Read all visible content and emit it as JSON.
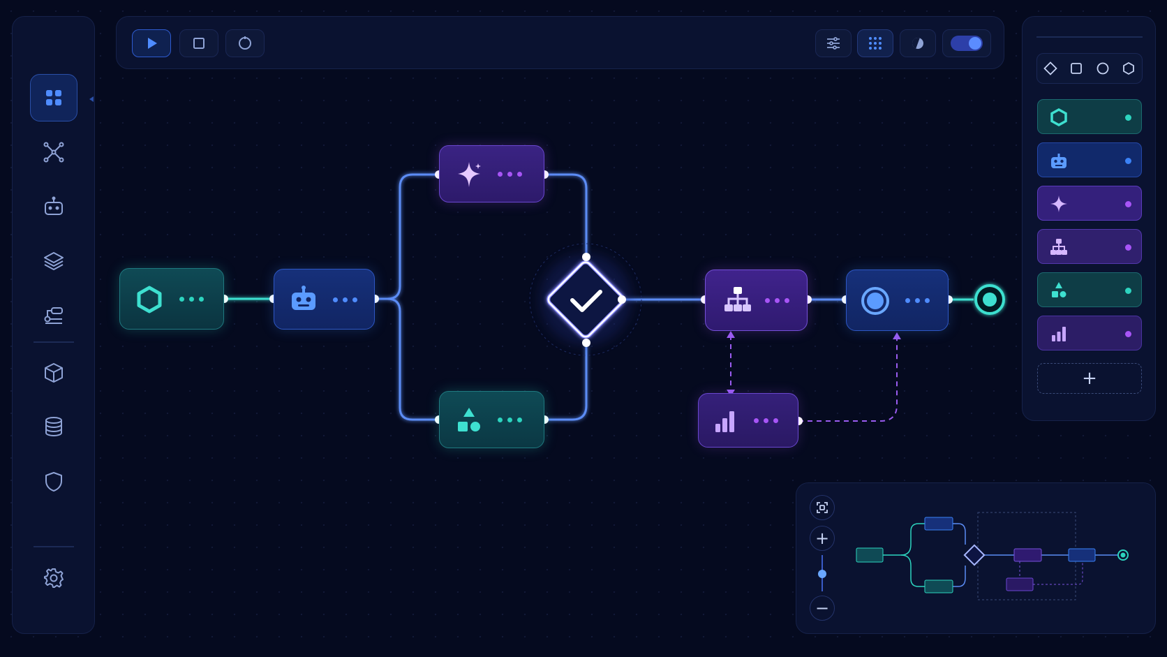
{
  "toolbar": {
    "play_icon": "play-icon",
    "stop_icon": "stop-icon",
    "reset_icon": "circle-icon",
    "filters_icon": "sliders-icon",
    "grid_icon": "grid-icon",
    "theme_icon": "contrast-icon",
    "toggle_on": true
  },
  "sidebar": {
    "items": [
      {
        "icon": "dashboard-icon",
        "active": true
      },
      {
        "icon": "network-icon"
      },
      {
        "icon": "robot-icon"
      },
      {
        "icon": "layers-icon"
      },
      {
        "icon": "workflow-icon"
      },
      {
        "icon": "cube-icon"
      },
      {
        "icon": "database-icon"
      },
      {
        "icon": "shield-icon"
      }
    ],
    "settings_icon": "gear-icon"
  },
  "palette": {
    "shape_tabs": [
      "diamond-icon",
      "square-icon",
      "circle-icon",
      "hexagon-icon"
    ],
    "items": [
      {
        "icon": "hexagon-icon",
        "color": "#2dd4bf"
      },
      {
        "icon": "robot-icon",
        "color": "#3b82f6"
      },
      {
        "icon": "sparkle-icon",
        "color": "#a855f7"
      },
      {
        "icon": "hierarchy-icon",
        "color": "#a855f7"
      },
      {
        "icon": "shapes-icon",
        "color": "#2dd4bf"
      },
      {
        "icon": "bar-chart-icon",
        "color": "#a855f7"
      }
    ],
    "add_label": "+"
  },
  "nodes": [
    {
      "id": "trigger",
      "icon": "hexagon-icon",
      "color": "teal"
    },
    {
      "id": "agent",
      "icon": "robot-icon",
      "color": "blue"
    },
    {
      "id": "generate",
      "icon": "sparkle-icon",
      "color": "purple"
    },
    {
      "id": "classify",
      "icon": "shapes-icon",
      "color": "teal"
    },
    {
      "id": "decision",
      "icon": "check-icon",
      "color": "white"
    },
    {
      "id": "router",
      "icon": "hierarchy-icon",
      "color": "purple"
    },
    {
      "id": "output",
      "icon": "target-icon",
      "color": "blue"
    },
    {
      "id": "analytics",
      "icon": "bar-chart-icon",
      "color": "purple"
    }
  ],
  "minimap": {
    "fit_icon": "fit-screen-icon",
    "zoom_in_label": "+",
    "zoom_out_label": "−",
    "zoom_level": 0.5
  },
  "colors": {
    "teal": "#2dd4bf",
    "blue": "#3b82f6",
    "purple": "#a855f7",
    "edge": "#5b8cf5",
    "background": "#050a1f"
  }
}
